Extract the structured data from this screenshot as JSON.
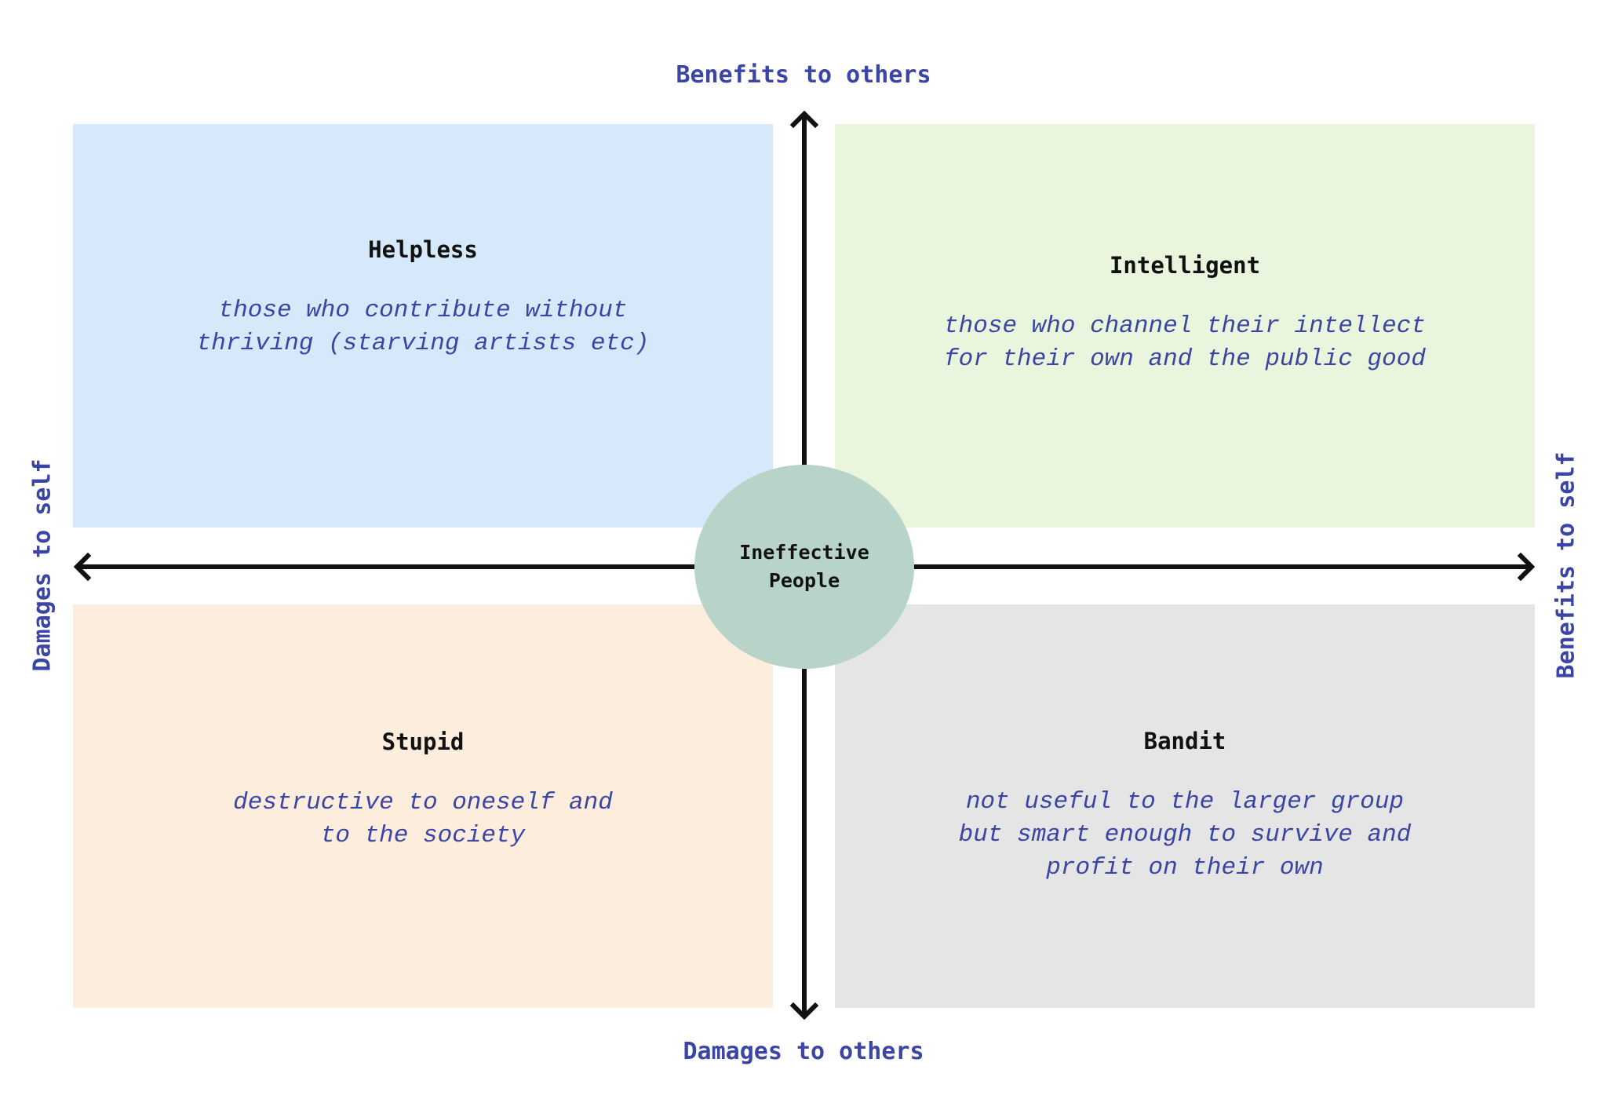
{
  "colors": {
    "helpless_bg": "#d6e9fa",
    "intelligent_bg": "#e9f5dc",
    "stupid_bg": "#fdeddd",
    "bandit_bg": "#e5e5e5",
    "center_bg": "#b8d3c8",
    "axis_label": "#3b45a5",
    "description": "#3b45a5",
    "arrow": "#111111"
  },
  "axes": {
    "top": "Benefits to others",
    "bottom": "Damages to others",
    "left": "Damages to self",
    "right": "Benefits to self"
  },
  "quadrants": {
    "helpless": {
      "title": "Helpless",
      "description": "those who contribute without\nthriving (starving artists etc)"
    },
    "intelligent": {
      "title": "Intelligent",
      "description": "those who channel their intellect\nfor their own and the public good"
    },
    "stupid": {
      "title": "Stupid",
      "description": "destructive to oneself and\nto the society"
    },
    "bandit": {
      "title": "Bandit",
      "description": "not useful to the larger group\nbut smart enough to survive and\nprofit on their own"
    }
  },
  "center": {
    "label": "Ineffective\nPeople"
  }
}
